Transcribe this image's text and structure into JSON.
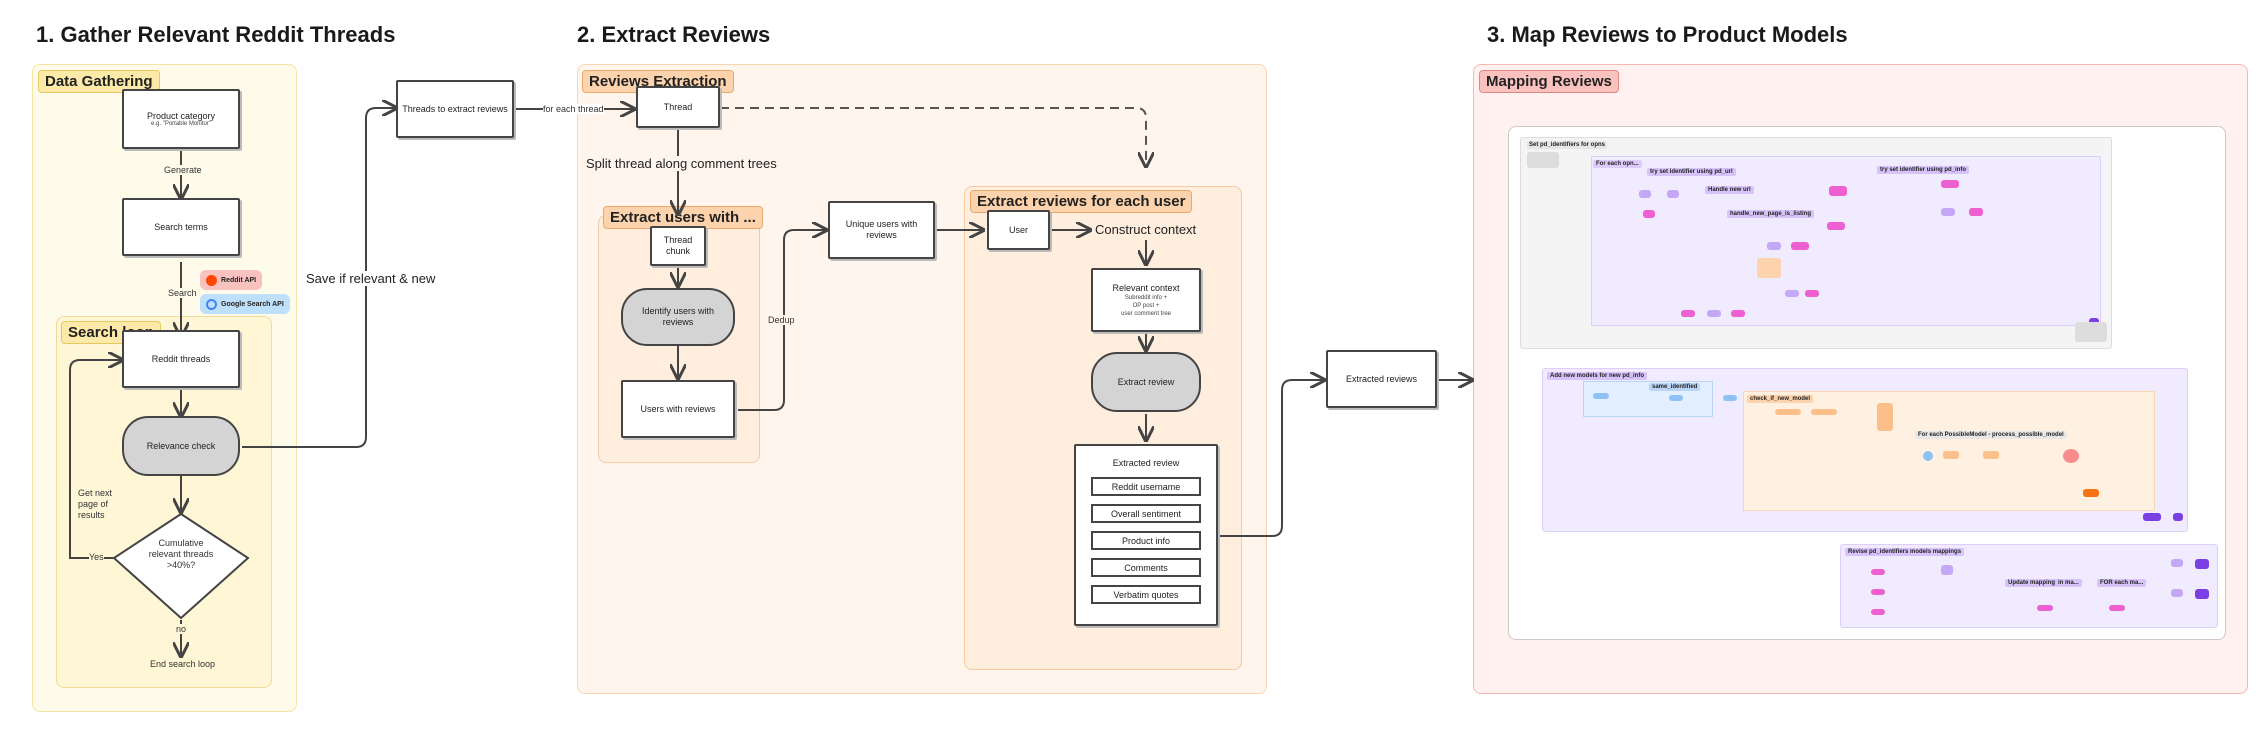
{
  "sections": {
    "s1": "1. Gather Relevant Reddit Threads",
    "s2": "2. Extract Reviews",
    "s3": "3. Map Reviews to Product Models"
  },
  "tags": {
    "data_gathering": "Data Gathering",
    "search_loop": "Search loop",
    "reviews_extraction": "Reviews Extraction",
    "extract_users": "Extract users with ...",
    "extract_reviews_user": "Extract reviews for each user",
    "mapping_reviews": "Mapping Reviews"
  },
  "gather": {
    "product_category": "Product category",
    "product_category_example": "e.g. \"Portable Monitor\"",
    "generate": "Generate",
    "search_terms": "Search terms",
    "search": "Search",
    "reddit_api": "Reddit API",
    "google_api": "Google Search API",
    "reddit_threads": "Reddit threads",
    "relevance_check": "Relevance check",
    "get_next_page": "Get next\npage of\nresults",
    "yes": "Yes",
    "decision": "Cumulative\nrelevant threads\n>40%?",
    "no": "no",
    "end_loop": "End search loop",
    "save_if": "Save if relevant & new",
    "threads_to_extract": "Threads to extract reviews",
    "for_each_thread": "for each thread"
  },
  "extract": {
    "thread": "Thread",
    "split": "Split thread along comment trees",
    "thread_chunk": "Thread\nchunk",
    "identify_users": "Identify users with\nreviews",
    "users_with_reviews": "Users with reviews",
    "dedup": "Dedup",
    "unique_users": "Unique users with\nreviews",
    "user": "User",
    "construct_context": "Construct context",
    "relevant_context": "Relevant context",
    "relevant_context_sub": "Subreddit info +\nOP post +\nuser comment tree",
    "extract_review_action": "Extract review",
    "extracted_review_title": "Extracted review",
    "fields": [
      "Reddit username",
      "Overall sentiment",
      "Product info",
      "Comments",
      "Verbatim quotes"
    ],
    "extracted_reviews": "Extracted reviews"
  },
  "mapping": {
    "set_pd": "Set pd_identifiers for opns",
    "for_each_opn": "For each opn...",
    "try_url": "try set identifier using pd_url",
    "handle_new_url": "Handle new url",
    "handle_new_page": "handle_new_page_is_listing",
    "try_info": "try set identifier using pd_info",
    "add_new_models": "Add new models for new pd_info",
    "same_identified": "same_identified",
    "check_new_model": "check_if_new_model",
    "for_each_possible": "For each PossibleModel - process_possible_model",
    "revise": "Revise pd_identifiers models mappings",
    "update_mappings": "Update mappings",
    "in_ma": "in ma...",
    "for_each_ma": "FOR each ma..."
  },
  "colors": {
    "yellow_panel": "#fffbea",
    "yellow_border": "#f6e4a4",
    "yellow_tag": "#fde9a8",
    "orange_panel": "#fff5ec",
    "orange_border": "#f8d6b3",
    "orange_tag": "#fcd3ac",
    "red_panel": "#fff1f0",
    "red_border": "#f5b8b5",
    "red_tag": "#f9c2bf",
    "purple_mini": "#c4a8f5",
    "pink_mini": "#ee5fd1"
  }
}
